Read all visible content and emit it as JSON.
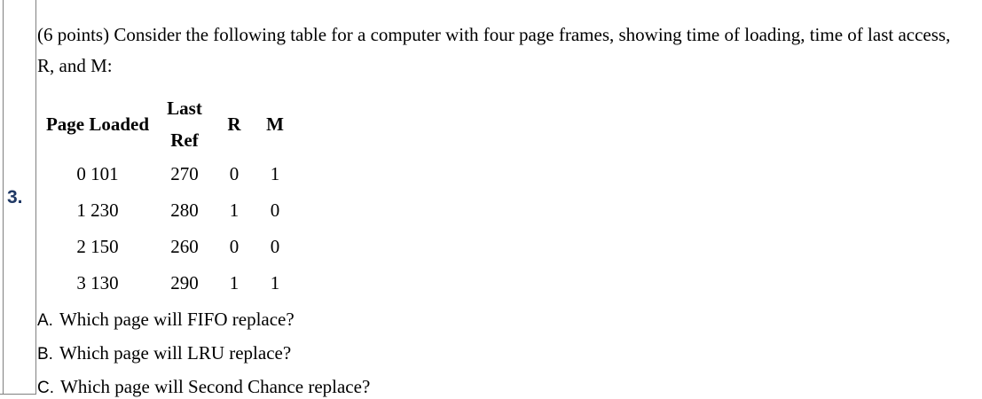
{
  "question": {
    "number": "3.",
    "prompt": "(6 points) Consider the following table for a computer with four page frames, showing time of loading, time of last access, R, and M:",
    "parts": [
      {
        "marker": "A.",
        "text": "Which page will FIFO replace?"
      },
      {
        "marker": "B.",
        "text": "Which page will LRU replace?"
      },
      {
        "marker": "C.",
        "text": "Which page will Second Chance replace?"
      }
    ]
  },
  "table": {
    "headers": {
      "page_loaded": "Page Loaded",
      "last_ref_line1": "Last",
      "last_ref_line2": "Ref",
      "r": "R",
      "m": "M"
    },
    "rows": [
      {
        "page_loaded": "0 101",
        "last_ref": "270",
        "r": "0",
        "m": "1"
      },
      {
        "page_loaded": "1 230",
        "last_ref": "280",
        "r": "1",
        "m": "0"
      },
      {
        "page_loaded": "2 150",
        "last_ref": "260",
        "r": "0",
        "m": "0"
      },
      {
        "page_loaded": "3 130",
        "last_ref": "290",
        "r": "1",
        "m": "1"
      }
    ]
  },
  "colors": {
    "question_number": "#1f3864",
    "cell_border": "#808080",
    "text": "#000000"
  }
}
